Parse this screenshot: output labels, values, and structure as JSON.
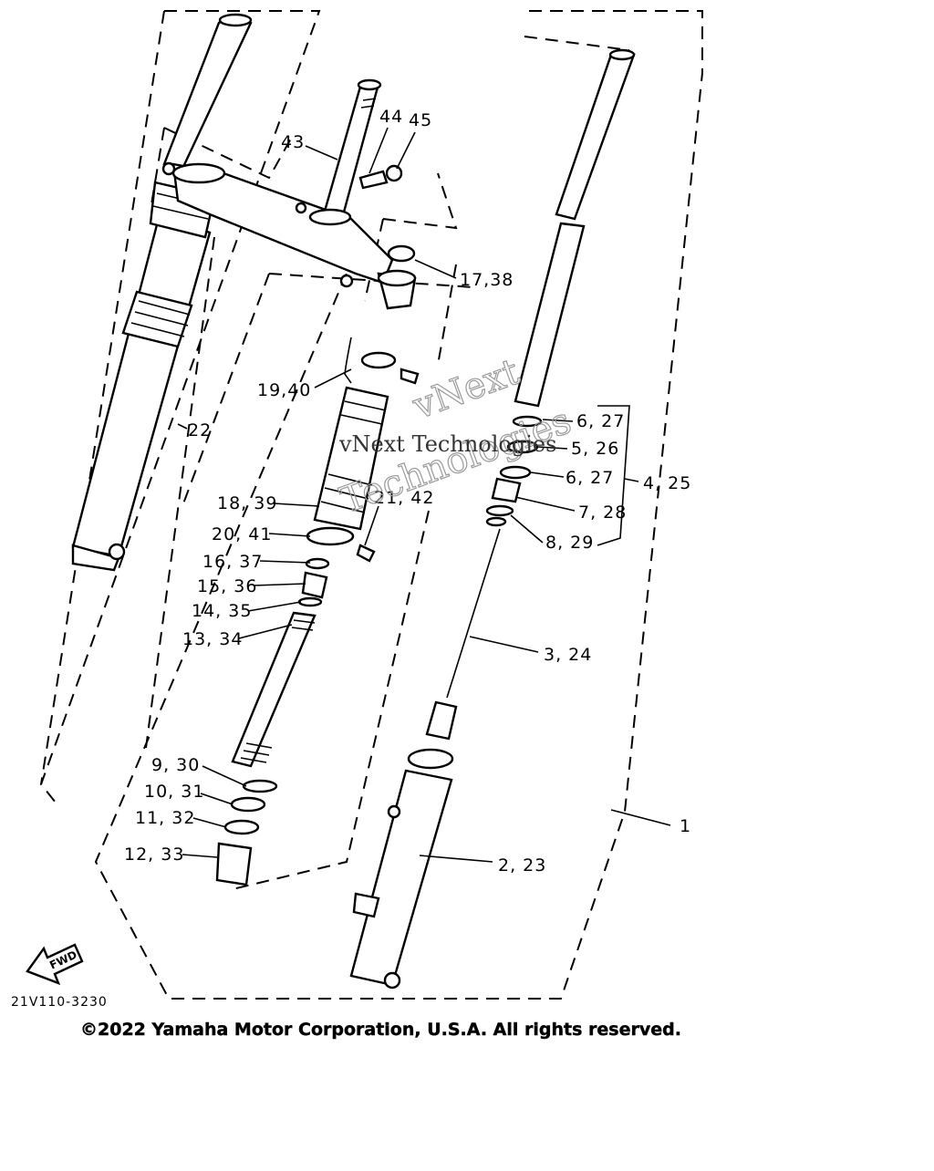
{
  "diagram": {
    "labels": [
      {
        "id": "43",
        "text": "43"
      },
      {
        "id": "44",
        "text": "44"
      },
      {
        "id": "45",
        "text": "45"
      },
      {
        "id": "17",
        "text": "17,38"
      },
      {
        "id": "19",
        "text": "19,40"
      },
      {
        "id": "22",
        "text": "22"
      },
      {
        "id": "6a",
        "text": "6, 27"
      },
      {
        "id": "5",
        "text": "5, 26"
      },
      {
        "id": "6b",
        "text": "6, 27"
      },
      {
        "id": "4",
        "text": "4, 25"
      },
      {
        "id": "7",
        "text": "7, 28"
      },
      {
        "id": "8",
        "text": "8, 29"
      },
      {
        "id": "18",
        "text": "18, 39"
      },
      {
        "id": "21",
        "text": "21, 42"
      },
      {
        "id": "20",
        "text": "20, 41"
      },
      {
        "id": "16",
        "text": "16, 37"
      },
      {
        "id": "15",
        "text": "15, 36"
      },
      {
        "id": "14",
        "text": "14, 35"
      },
      {
        "id": "13",
        "text": "13, 34"
      },
      {
        "id": "3",
        "text": "3, 24"
      },
      {
        "id": "9",
        "text": "9, 30"
      },
      {
        "id": "10",
        "text": "10, 31"
      },
      {
        "id": "11",
        "text": "11, 32"
      },
      {
        "id": "12",
        "text": "12, 33"
      },
      {
        "id": "1",
        "text": "1"
      },
      {
        "id": "2",
        "text": "2, 23"
      }
    ],
    "fwd_label": "FWD",
    "diagram_code": "21V110-3230",
    "copyright": "©2022 Yamaha Motor Corporation, U.S.A. All rights reserved.",
    "watermark": {
      "line1": "vNext",
      "line2": "Technologies",
      "overlay": "vNext Technologies"
    }
  }
}
